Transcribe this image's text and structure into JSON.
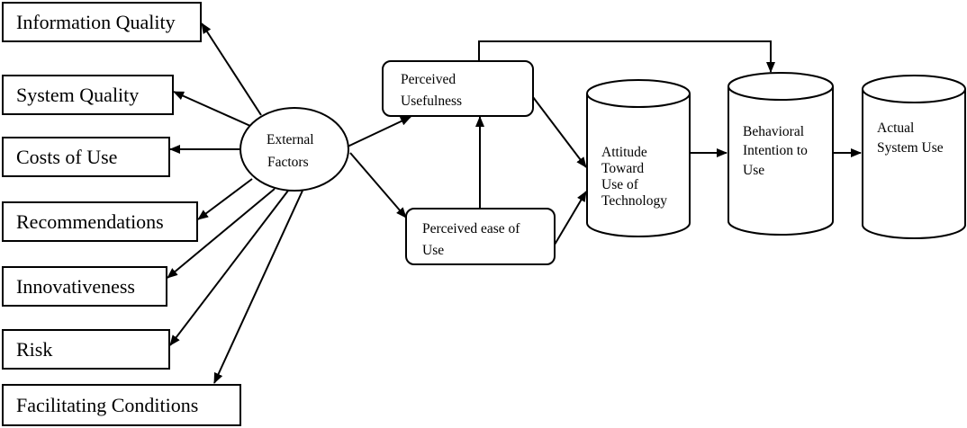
{
  "external_factors": {
    "label_line1": "External",
    "label_line2": "Factors"
  },
  "factor_boxes": [
    "Information Quality",
    "System Quality",
    "Costs of Use",
    "Recommendations",
    "Innovativeness",
    "Risk",
    "Facilitating Conditions"
  ],
  "perceived_usefulness": {
    "line1": "Perceived",
    "line2": "Usefulness"
  },
  "perceived_ease": {
    "line1": "Perceived ease of",
    "line2": "Use"
  },
  "attitude": {
    "line1": "Attitude",
    "line2": "Toward",
    "line3": "Use of",
    "line4": "Technology"
  },
  "behavioral_intention": {
    "line1": "Behavioral",
    "line2": "Intention to",
    "line3": "Use"
  },
  "actual_use": {
    "line1": "Actual",
    "line2": "System Use"
  }
}
